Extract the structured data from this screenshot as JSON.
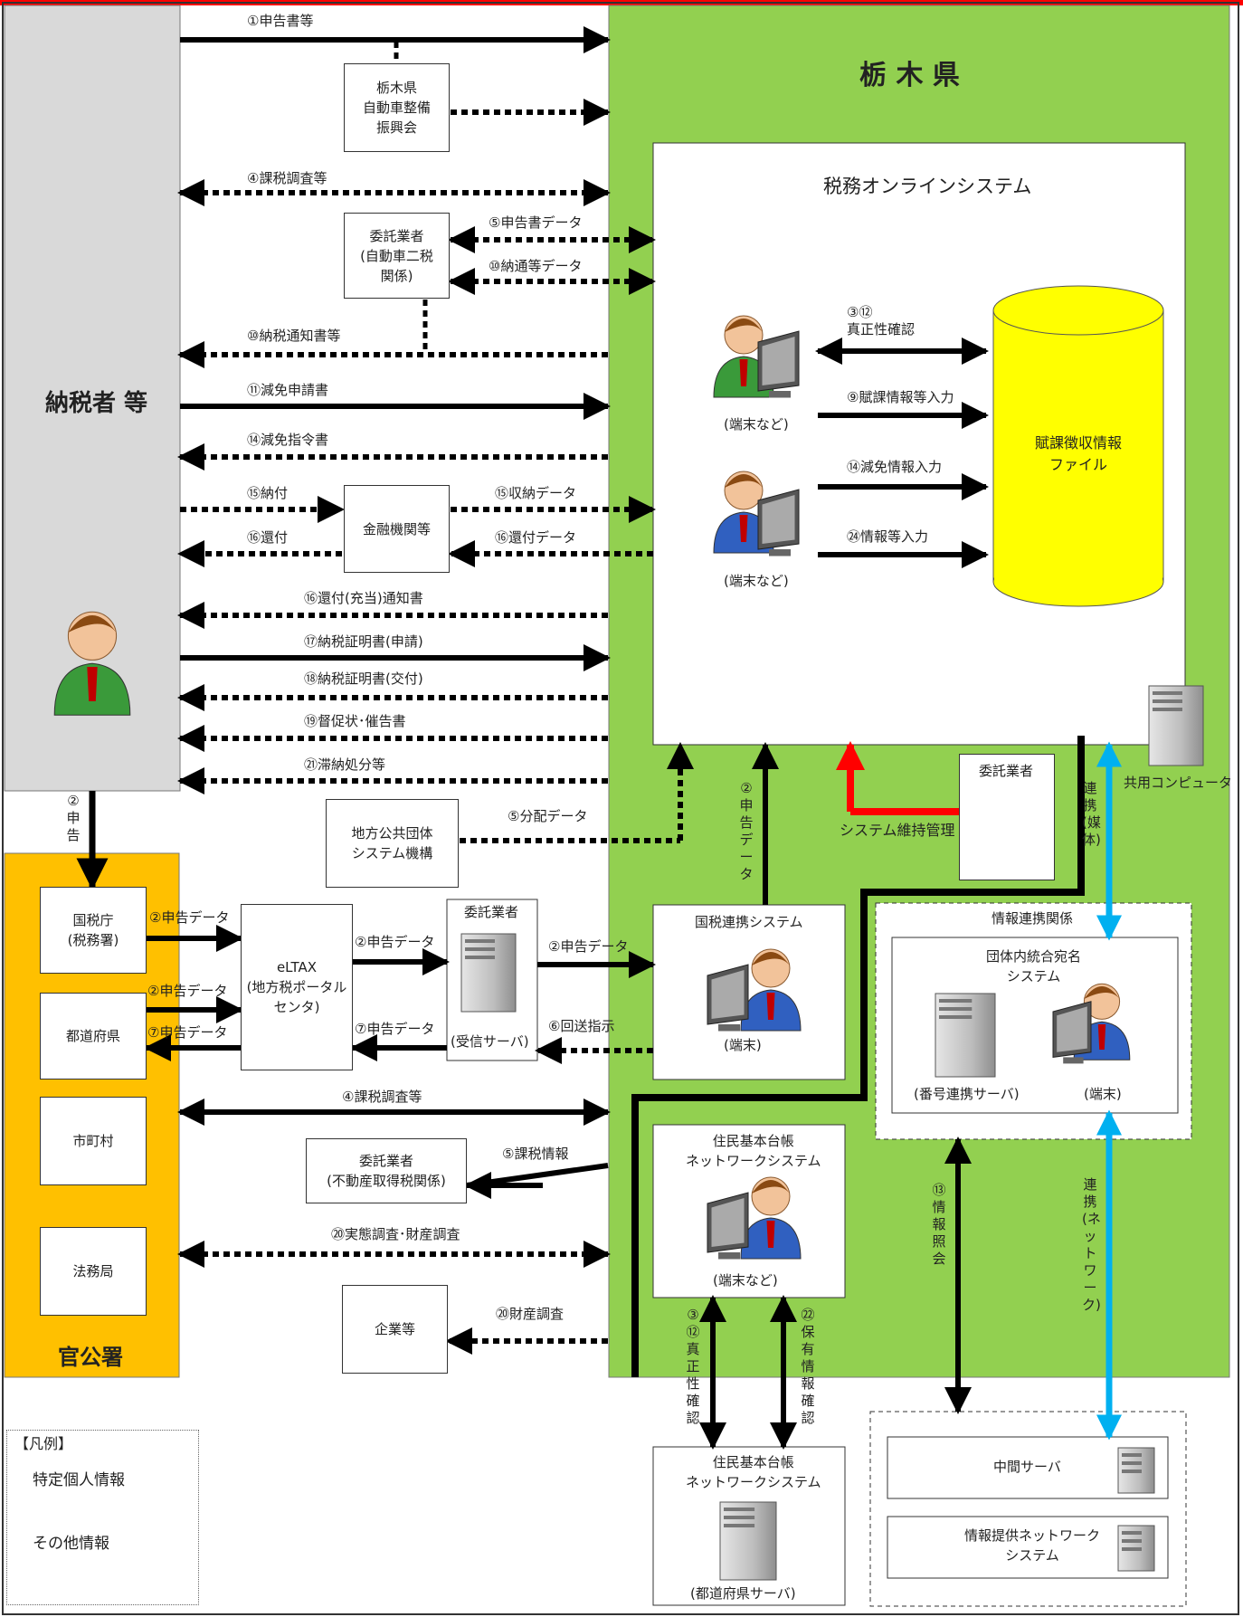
{
  "regions": {
    "taxpayer": "納税者 等",
    "prefecture": "栃 木 県",
    "public_offices": "官公署"
  },
  "system_title": "税務オンラインシステム",
  "database_label": "賦課徴収情報\nファイル",
  "terminal_label": "(端末など)",
  "boxes": {
    "auto_assoc": "栃木県\n自動車整備\n振興会",
    "contractor_auto": "委託業者\n(自動車二税\n関係)",
    "finance": "金融機関等",
    "lgs": "地方公共団体\nシステム機構",
    "nta": "国税庁\n(税務署)",
    "prefs": "都道府県",
    "munis": "市町村",
    "legal": "法務局",
    "eltax": "eLTAX\n(地方税ポータル\nセンタ)",
    "contractor_recv_title": "委託業者",
    "contractor_recv_sub": "(受信サーバ)",
    "contractor_realestate": "委託業者\n(不動産取得税関係)",
    "companies": "企業等",
    "maint_contractor": "委託業者",
    "natl_link_title": "国税連携システム",
    "natl_link_sub": "(端末)",
    "juki_title": "住民基本台帳\nネットワークシステム",
    "juki_sub": "(端末など)",
    "juki_pref_title": "住民基本台帳\nネットワークシステム",
    "juki_pref_sub": "(都道府県サーバ)",
    "info_link_group": "情報連携関係",
    "addr_system": "団体内統合宛名\nシステム",
    "number_server": "(番号連携サーバ)",
    "addr_terminal": "(端末)",
    "middle_server": "中間サーバ",
    "info_network": "情報提供ネットワーク\nシステム",
    "shared_computer": "共用コンピュータ",
    "system_maint": "システム維持管理"
  },
  "arrows": {
    "a1": "①申告書等",
    "a4": "④課税調査等",
    "a5": "⑤申告書データ",
    "a10": "⑩納通等データ",
    "a10b": "⑩納税通知書等",
    "a11": "⑪減免申請書",
    "a14": "⑭減免指令書",
    "a15": "⑮納付",
    "a15b": "⑮収納データ",
    "a16": "⑯還付",
    "a16b": "⑯還付データ",
    "a16c": "⑯還付(充当)通知書",
    "a17": "⑰納税証明書(申請)",
    "a18": "⑱納税証明書(交付)",
    "a19": "⑲督促状･催告書",
    "a21": "㉑滞納処分等",
    "a5dist": "⑤分配データ",
    "a2nta": "②申告データ",
    "a2pref": "②申告データ",
    "a7pref": "⑦申告データ",
    "a2elt": "②申告データ",
    "a7elt": "⑦申告データ",
    "a2cont": "②申告データ",
    "a6": "⑥回送指示",
    "a4muni": "④課税調査等",
    "a5tax": "⑤課税情報",
    "a20": "⑳実態調査･財産調査",
    "a20b": "⑳財産調査",
    "a312": "③⑫\n真正性確認",
    "a9": "⑨賦課情報等入力",
    "a14in": "⑭減免情報入力",
    "a24": "㉔情報等入力",
    "v_shinkoku": "②申告",
    "v_shinkoku_data": "②申告データ",
    "v_renkei_baitai": "連携(媒体)",
    "v_jouhou_shoukai": "⑬情報照会",
    "v_renkei_net": "連携(ネットワーク)",
    "v_shinsei": "③⑫真正性確認",
    "v_hoyuu": "㉒保有情報確認"
  },
  "legend": {
    "title": "【凡例】",
    "solid": "特定個人情報",
    "dotted": "その他情報"
  },
  "colors": {
    "green": "#92d050",
    "orange": "#ffc000",
    "gray": "#d9d9d9",
    "yellow": "#ffff00",
    "red": "#ff0000",
    "blue": "#00b0f0"
  }
}
